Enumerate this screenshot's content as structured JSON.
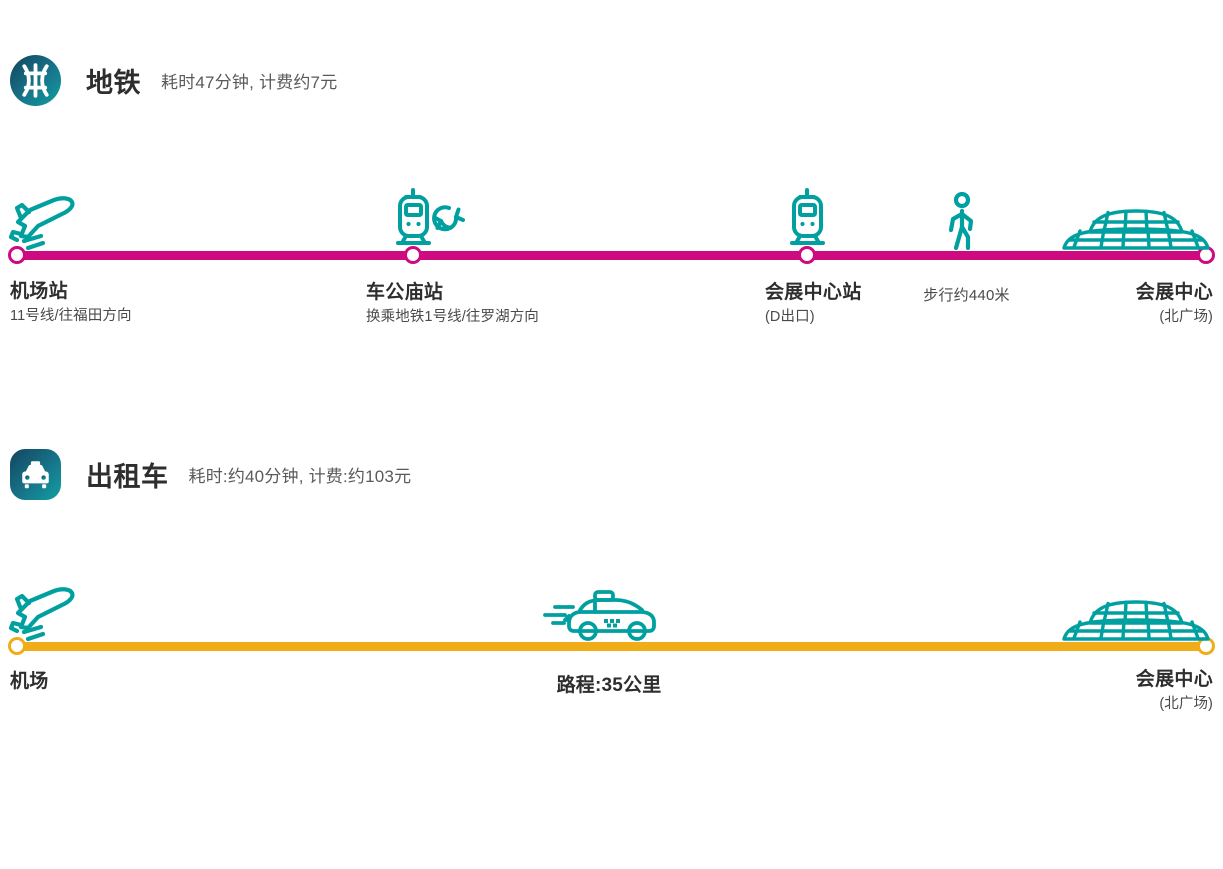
{
  "sections": [
    {
      "id": "metro",
      "icon": "metro-logo-icon",
      "title": "地铁",
      "summary": "耗时47分钟, 计费约7元",
      "line_color": "#CE0A80",
      "icon_color": "#00A0A0",
      "stops": [
        {
          "icon": "airplane-icon",
          "name": "机场站",
          "detail": "11号线/往福田方向"
        },
        {
          "icon": "metro-train-transfer-icon",
          "name": "车公庙站",
          "detail": "换乘地铁1号线/往罗湖方向"
        },
        {
          "icon": "metro-train-icon",
          "name": "会展中心站",
          "detail": "(D出口)"
        },
        {
          "icon": "convention-center-icon",
          "name": "会展中心",
          "detail": "(北广场)"
        }
      ],
      "segments": [
        {
          "icon": "walking-person-icon",
          "note": "步行约440米"
        }
      ]
    },
    {
      "id": "taxi",
      "icon": "taxi-badge-icon",
      "title": "出租车",
      "summary": "耗时:约40分钟, 计费:约103元",
      "line_color": "#F0AD17",
      "icon_color": "#00A0A0",
      "stops": [
        {
          "icon": "airplane-icon",
          "name": "机场",
          "detail": ""
        },
        {
          "icon": "convention-center-icon",
          "name": "会展中心",
          "detail": "(北广场)"
        }
      ],
      "segments": [
        {
          "icon": "taxi-car-icon",
          "note": "路程:35公里"
        }
      ]
    }
  ],
  "colors": {
    "metro_line": "#CE0A80",
    "taxi_line": "#F0AD17",
    "icon_teal": "#00A0A0",
    "badge_dark": "#1d3a55",
    "badge_teal": "#139b9b",
    "text_primary": "#2e2e2e",
    "text_secondary": "#4a4a4a"
  }
}
